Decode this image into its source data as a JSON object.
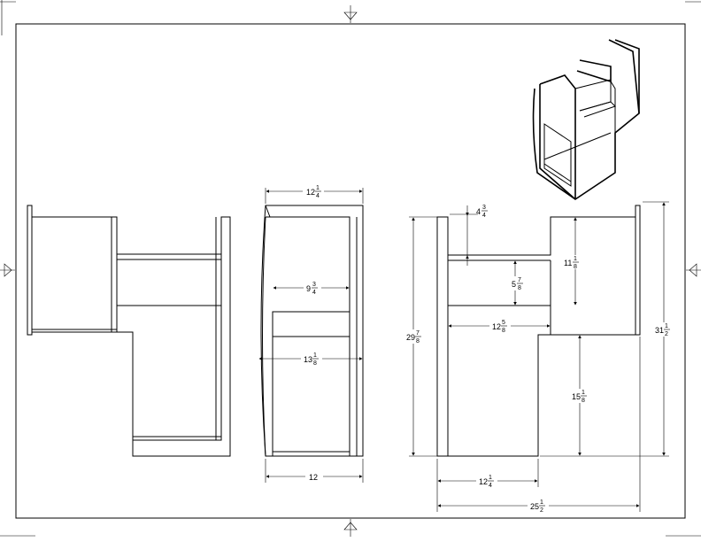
{
  "drawing": {
    "dimensions": [
      {
        "id": "top-width",
        "whole": "12",
        "num": "1",
        "den": "4"
      },
      {
        "id": "inner-depth",
        "whole": "9",
        "num": "3",
        "den": "4"
      },
      {
        "id": "lower-depth",
        "whole": "13",
        "num": "1",
        "den": "8"
      },
      {
        "id": "base-width",
        "whole": "12",
        "num": "",
        "den": ""
      },
      {
        "id": "top-offset",
        "whole": "4",
        "num": "3",
        "den": "4"
      },
      {
        "id": "upper-height",
        "whole": "11",
        "num": "1",
        "den": "8"
      },
      {
        "id": "shelf-gap",
        "whole": "5",
        "num": "7",
        "den": "8"
      },
      {
        "id": "side-height",
        "whole": "29",
        "num": "7",
        "den": "8"
      },
      {
        "id": "step-width",
        "whole": "12",
        "num": "5",
        "den": "8"
      },
      {
        "id": "total-height",
        "whole": "31",
        "num": "1",
        "den": "2"
      },
      {
        "id": "lower-height",
        "whole": "15",
        "num": "1",
        "den": "8"
      },
      {
        "id": "bottom-width",
        "whole": "12",
        "num": "1",
        "den": "4"
      },
      {
        "id": "total-width",
        "whole": "25",
        "num": "1",
        "den": "2"
      }
    ]
  }
}
